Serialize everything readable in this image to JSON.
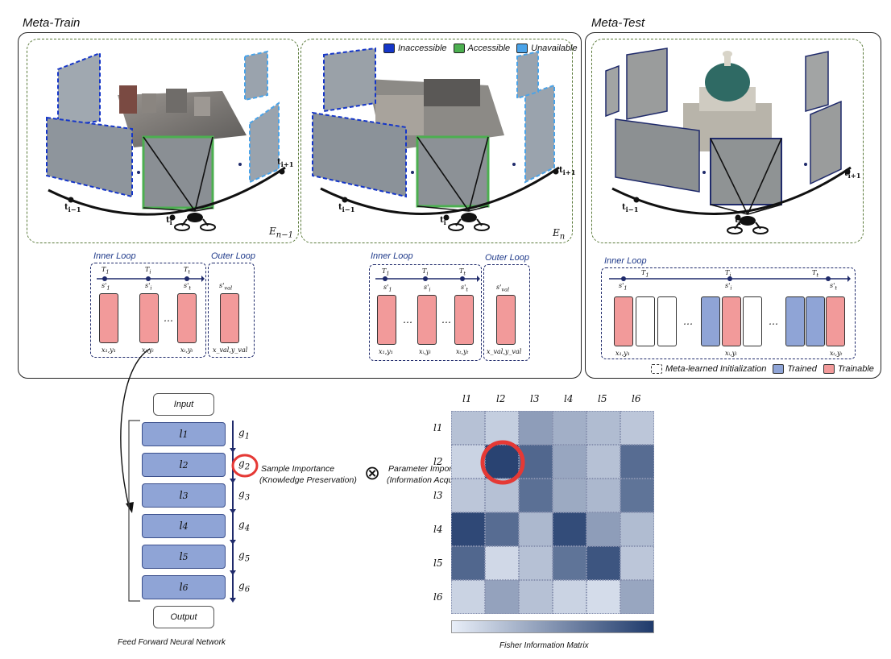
{
  "titles": {
    "meta_train": "Meta-Train",
    "meta_test": "Meta-Test"
  },
  "legend_top": [
    {
      "label": "Inaccessible",
      "color": "#1536c8"
    },
    {
      "label": "Accessible",
      "color": "#4caf50"
    },
    {
      "label": "Unavailable",
      "color": "#4aa3e8"
    }
  ],
  "environments": {
    "e1": "E",
    "e1_sub": "n−1",
    "e2": "E",
    "e2_sub": "n"
  },
  "time_labels": {
    "prev": "t",
    "prev_sub": "i−1",
    "cur": "t",
    "cur_sub": "i",
    "next": "t",
    "next_sub": "i+1"
  },
  "loops": {
    "inner": "Inner Loop",
    "outer": "Outer Loop"
  },
  "tasks": {
    "first": "T",
    "first_sub": "1",
    "mid": "T",
    "mid_sub": "i",
    "last": "T",
    "last_sub": "t"
  },
  "samples": {
    "s1": "s'",
    "s1_sub": "1",
    "si": "s'",
    "si_sub": "i",
    "st": "s'",
    "st_sub": "t",
    "sval": "s'",
    "sval_sub": "val",
    "xy1": "x₁,y₁",
    "xyi": "xᵢ,yᵢ",
    "xyt": "xₜ,yₜ",
    "xyval": "x_val,y_val"
  },
  "ellipsis": "…",
  "legend_bottom": [
    {
      "label": "Meta-learned Initialization",
      "color": "#ffffff",
      "dashed": true
    },
    {
      "label": "Trained",
      "color": "#8fa4d6"
    },
    {
      "label": "Trainable",
      "color": "#f29a9a"
    }
  ],
  "network": {
    "input": "Input",
    "output": "Output",
    "layers": [
      "l",
      "l",
      "l",
      "l",
      "l",
      "l"
    ],
    "layer_subs": [
      "1",
      "2",
      "3",
      "4",
      "5",
      "6"
    ],
    "grads": [
      "g",
      "g",
      "g",
      "g",
      "g",
      "g"
    ],
    "grad_subs": [
      "1",
      "2",
      "3",
      "4",
      "5",
      "6"
    ],
    "caption": "Feed Forward Neural Network"
  },
  "importance": {
    "sample_line1": "Sample Importance",
    "sample_line2": "(Knowledge Preservation)",
    "param_line1": "Parameter Importance",
    "param_line2": "(Information Acquisition)",
    "operator": "⊗"
  },
  "chart_data": {
    "type": "heatmap",
    "x": [
      "l1",
      "l2",
      "l3",
      "l4",
      "l5",
      "l6"
    ],
    "y": [
      "l1",
      "l2",
      "l3",
      "l4",
      "l5",
      "l6"
    ],
    "values": [
      [
        0.25,
        0.18,
        0.45,
        0.35,
        0.28,
        0.22
      ],
      [
        0.15,
        0.95,
        0.75,
        0.4,
        0.25,
        0.72
      ],
      [
        0.22,
        0.25,
        0.7,
        0.38,
        0.3,
        0.68
      ],
      [
        0.92,
        0.72,
        0.3,
        0.9,
        0.45,
        0.28
      ],
      [
        0.75,
        0.12,
        0.25,
        0.68,
        0.85,
        0.22
      ],
      [
        0.15,
        0.42,
        0.25,
        0.15,
        0.1,
        0.4
      ]
    ],
    "highlight": {
      "row": 1,
      "col": 1,
      "color": "#e53935"
    },
    "colormap": [
      "#e8eef8",
      "#1f3a6b"
    ],
    "caption": "Fisher Information Matrix"
  }
}
